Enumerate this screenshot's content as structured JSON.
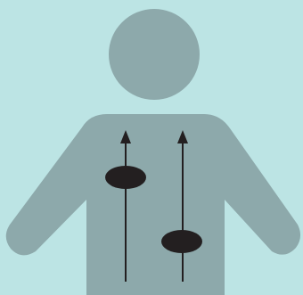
{
  "colors": {
    "background": "#bce4e4",
    "body": "#8da9ab",
    "marker": "#231f20",
    "arrow": "#231f20"
  },
  "figure": {
    "head_icon": "head-circle",
    "torso_icon": "torso-with-arms",
    "markers": [
      {
        "name": "left-marker",
        "icon": "filled-ellipse"
      },
      {
        "name": "right-marker",
        "icon": "filled-ellipse"
      }
    ],
    "arrows": [
      {
        "name": "left-upward-arrow",
        "icon": "arrow-up-icon"
      },
      {
        "name": "right-upward-arrow",
        "icon": "arrow-up-icon"
      }
    ]
  }
}
